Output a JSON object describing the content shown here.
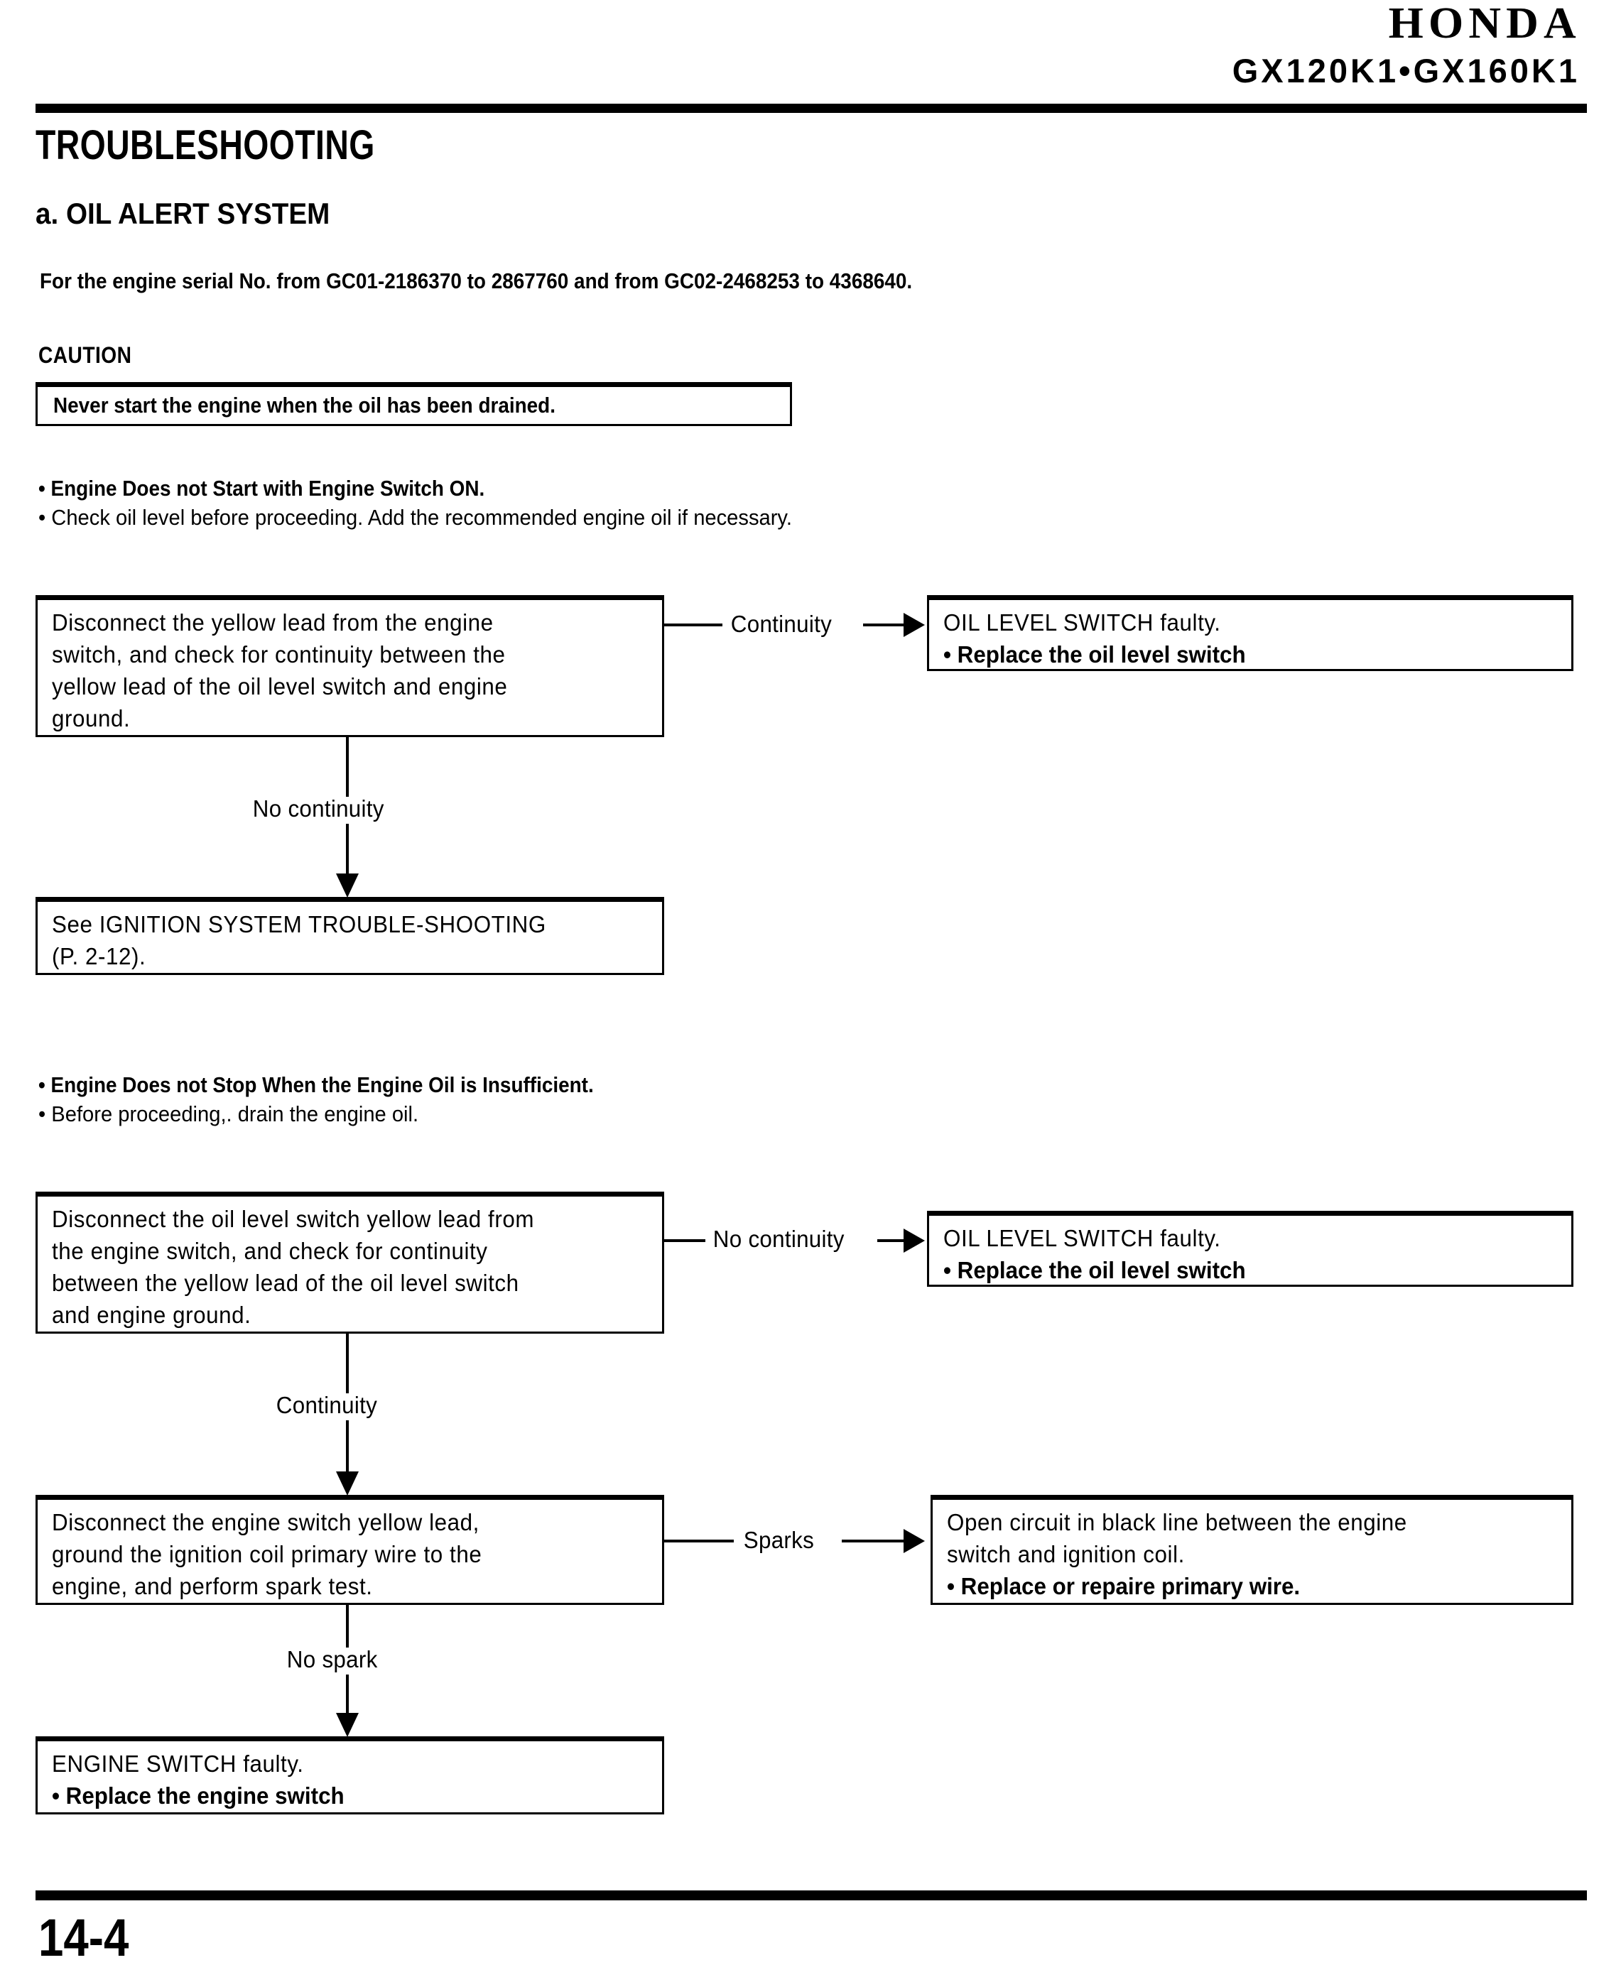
{
  "header": {
    "brand": "HONDA",
    "model": "GX120K1•GX160K1"
  },
  "titles": {
    "main": "TROUBLESHOOTING",
    "sub": "a. OIL ALERT SYSTEM"
  },
  "serial_note": "For the engine serial No. from GC01-2186370 to 2867760 and from GC02-2468253 to 4368640.",
  "caution": {
    "label": "CAUTION",
    "text": "Never start the engine when the oil has been drained."
  },
  "section1": {
    "bullet_bold": "• Engine Does not Start with Engine Switch ON.",
    "bullet_regular": "• Check oil level before proceeding. Add the recommended engine oil if necessary.",
    "box1_lines": [
      "Disconnect the yellow lead from the engine",
      "switch, and check for continuity between the",
      "yellow lead of the oil level switch and engine",
      "ground."
    ],
    "branch_right_label": "Continuity",
    "result1_line1": "OIL LEVEL SWITCH faulty.",
    "result1_line2": "• Replace the oil level switch",
    "branch_down_label": "No continuity",
    "box2_lines": [
      "See IGNITION SYSTEM TROUBLE-SHOOTING",
      "(P. 2-12)."
    ]
  },
  "section2": {
    "bullet_bold": "• Engine Does not Stop When the Engine Oil is Insufficient.",
    "bullet_regular": "• Before proceeding,. drain the engine oil.",
    "box1_lines": [
      "Disconnect the oil level switch yellow lead from",
      "the engine switch, and check for continuity",
      "between the yellow lead of the oil level switch",
      "and engine ground."
    ],
    "branch_right_label": "No continuity",
    "result1_line1": "OIL LEVEL SWITCH faulty.",
    "result1_line2": "• Replace the oil level switch",
    "branch_down_label1": "Continuity",
    "box2_lines": [
      "Disconnect the engine switch yellow lead,",
      "ground the ignition coil primary wire to the",
      "engine, and perform spark test."
    ],
    "branch_right_label2": "Sparks",
    "result2_line1": "Open circuit in black line between the engine",
    "result2_line2": "switch and ignition coil.",
    "result2_line3": "• Replace or repaire primary wire.",
    "branch_down_label2": "No spark",
    "box3_line1": "ENGINE SWITCH faulty.",
    "box3_line2": "• Replace the engine switch"
  },
  "footer": {
    "page_number": "14-4"
  }
}
